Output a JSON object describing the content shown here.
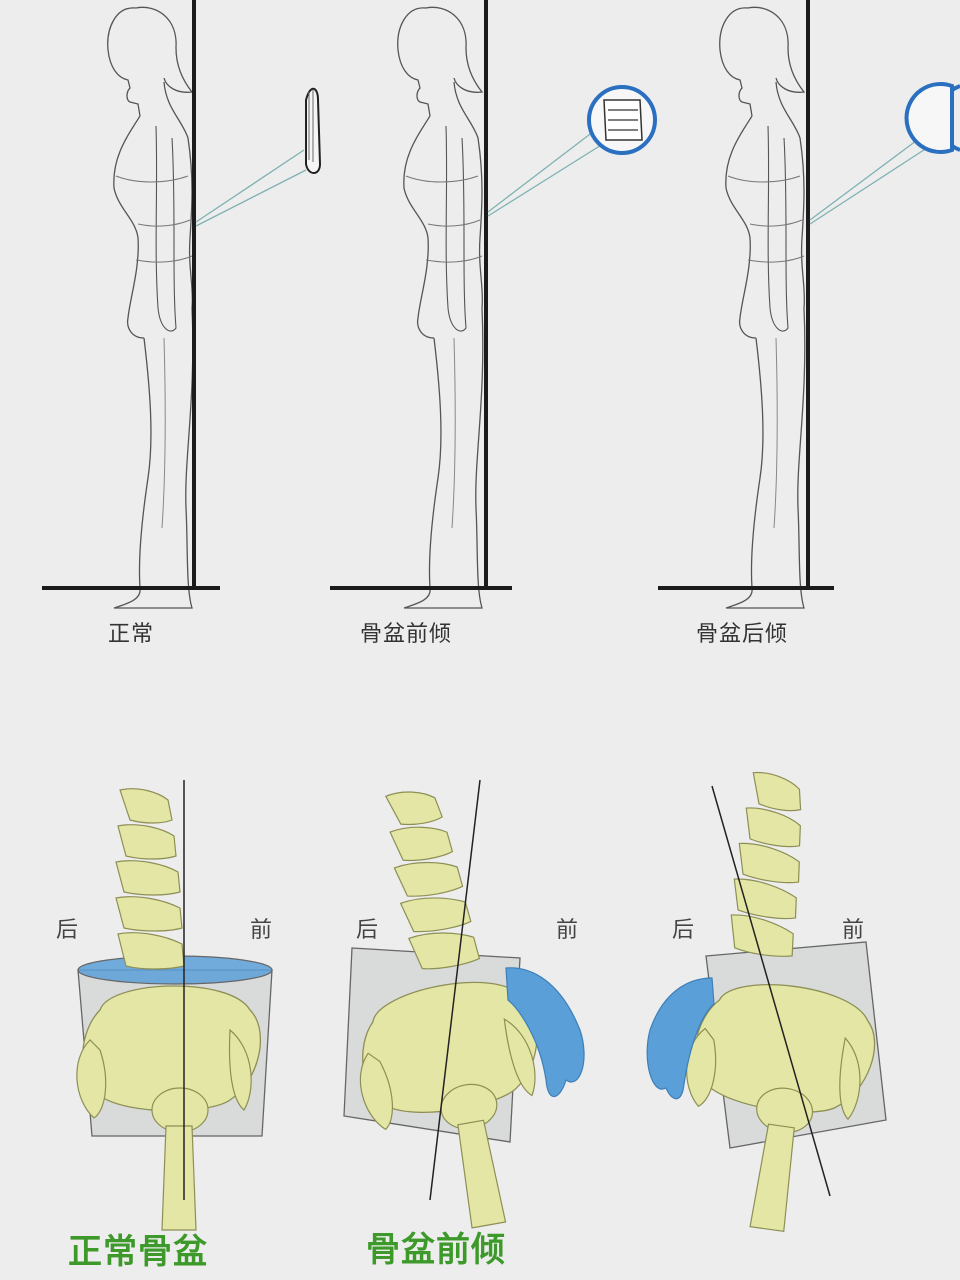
{
  "top_panels": [
    {
      "label": "正常"
    },
    {
      "label": "骨盆前倾"
    },
    {
      "label": "骨盆后倾"
    }
  ],
  "bottom_panels": [
    {
      "back": "后",
      "front": "前",
      "caption": "正常骨盆"
    },
    {
      "back": "后",
      "front": "前",
      "caption": "骨盆前倾"
    },
    {
      "back": "后",
      "front": "前",
      "caption": ""
    }
  ],
  "colors": {
    "line": "#222222",
    "bone": "#e3e6a4",
    "bone_edge": "#8d8f55",
    "water": "#5b9fd8",
    "bucket": "#c8cccc",
    "caption_green": "#3d9a2a",
    "inset_ring": "#2a6fc0"
  }
}
